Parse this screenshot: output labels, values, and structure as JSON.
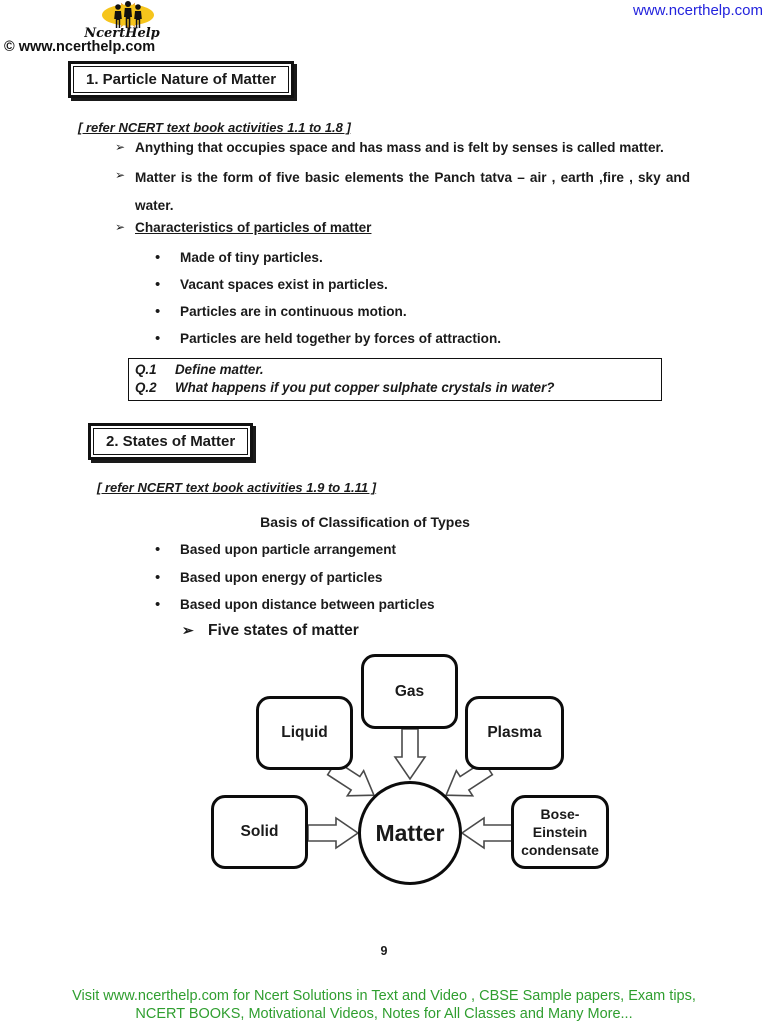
{
  "glyphs": {
    "arrow_bullet": "➢",
    "dot_bullet": "•"
  },
  "header": {
    "brand_script": "NcertHelp",
    "copyright": "© www.ncerthelp.com",
    "site_link": "www.ncerthelp.com"
  },
  "section1": {
    "title": "1. Particle Nature of Matter",
    "refer_note": "[ refer NCERT text book activities 1.1 to 1.8 ]",
    "points": [
      "Anything that occupies space and has mass and is felt by senses is called matter.",
      "Matter is the form of five basic elements the Panch tatva – air , earth ,fire , sky and water."
    ],
    "characteristics_heading": "Characteristics of particles of matter",
    "characteristics": [
      "Made of tiny particles.",
      "Vacant spaces exist in particles.",
      "Particles are in continuous motion.",
      "Particles are held together by forces of attraction."
    ],
    "question_box": [
      {
        "label": "Q.1",
        "text": "Define matter."
      },
      {
        "label": "Q.2",
        "text": "What happens if you put copper sulphate crystals in water?"
      }
    ]
  },
  "section2": {
    "title": "2.  States of Matter",
    "refer_note": "[ refer NCERT text book activities 1.9 to 1.11 ]",
    "subheading": "Basis of Classification of Types",
    "basis_points": [
      "Based upon particle arrangement",
      "Based upon energy of particles",
      "Based upon distance between particles"
    ],
    "five_states_heading": "Five states of matter"
  },
  "diagram": {
    "center_label": "Matter",
    "nodes": {
      "gas": "Gas",
      "liquid": "Liquid",
      "plasma": "Plasma",
      "solid": "Solid",
      "bose": "Bose-Einstein condensate"
    }
  },
  "footer": {
    "page_number": "9",
    "line1": "Visit www.ncerthelp.com for Ncert Solutions in Text and Video , CBSE Sample papers, Exam tips,",
    "line2": "NCERT BOOKS, Motivational Videos, Notes for All Classes and Many More..."
  },
  "colors": {
    "link_blue": "#2323dd",
    "footer_green": "#2f9e2f",
    "logo_yellow": "#f6c51c",
    "logo_orange": "#e9921e"
  }
}
